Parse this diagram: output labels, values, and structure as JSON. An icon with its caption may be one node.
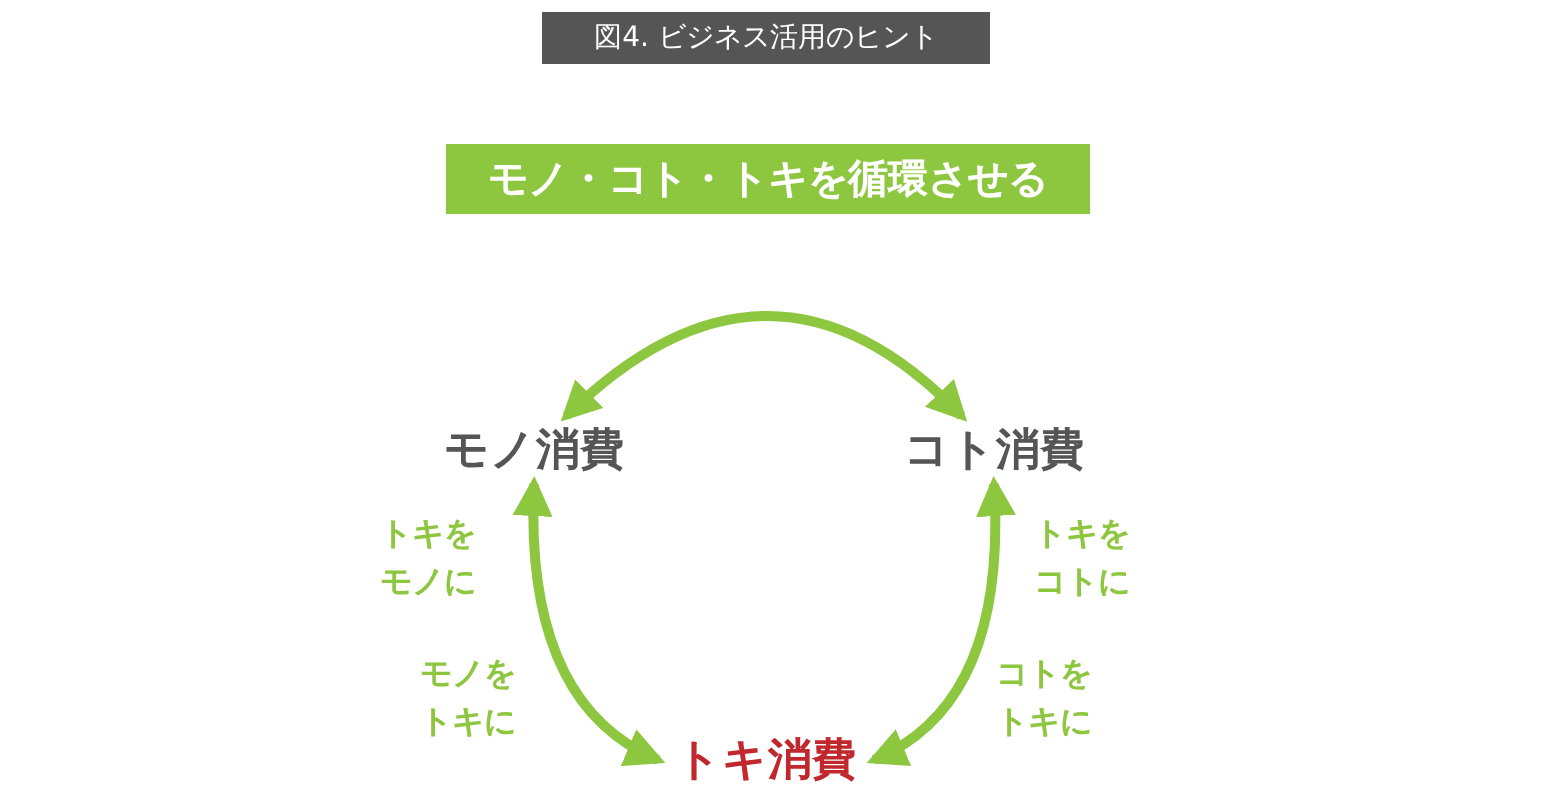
{
  "diagram": {
    "title": "図4. ビジネス活用のヒント",
    "nodes": [
      {
        "text": [
          "モノ・コト・トキを循環させる"
        ]
      },
      {
        "text": [
          "モノ消費"
        ]
      },
      {
        "text": [
          "コト消費"
        ]
      },
      {
        "text": [
          "トキ消費"
        ]
      }
    ],
    "edges": [
      {
        "from": 1,
        "to": 2,
        "arrow": "both"
      },
      {
        "from": 1,
        "to": 3,
        "arrow": "both"
      },
      {
        "from": 2,
        "to": 3,
        "arrow": "both"
      }
    ],
    "labels": [
      "トキをモノに",
      "モノをトキに",
      "トキをコトに",
      "コトをトキに"
    ]
  }
}
